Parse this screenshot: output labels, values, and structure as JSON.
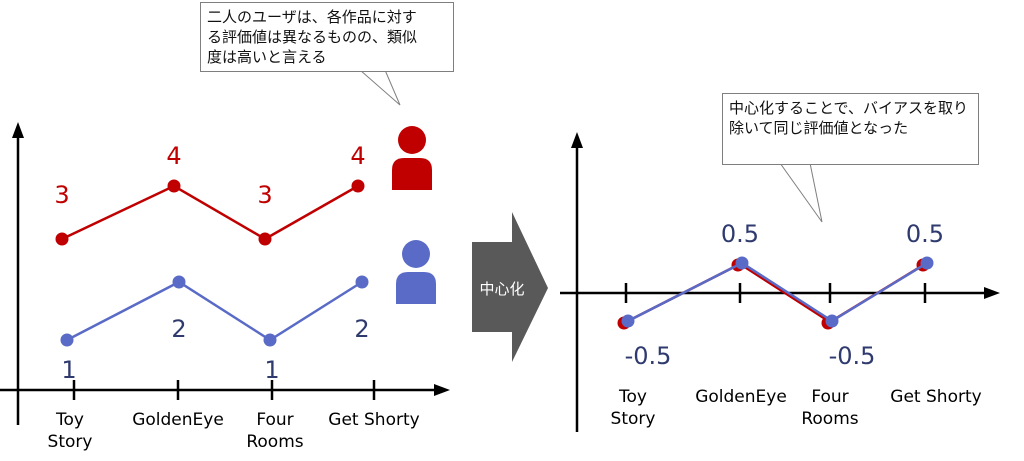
{
  "colors": {
    "red": "#c00000",
    "blue": "#5a6bc7",
    "blue_text": "#2f3a6e",
    "red_text": "#c00000",
    "arrow": "#595959"
  },
  "left": {
    "categories": [
      "Toy\nStory",
      "GoldenEye",
      "Four\nRooms",
      "Get Shorty"
    ],
    "red_series": {
      "values": [
        3,
        4,
        3,
        4
      ],
      "labels": [
        "3",
        "4",
        "3",
        "4"
      ]
    },
    "blue_series": {
      "values": [
        1,
        2,
        1,
        2
      ],
      "labels": [
        "1",
        "2",
        "1",
        "2"
      ]
    }
  },
  "right": {
    "categories": [
      "Toy\nStory",
      "GoldenEye",
      "Four\nRooms",
      "Get Shorty"
    ],
    "values": [
      -0.5,
      0.5,
      -0.5,
      0.5
    ],
    "labels": [
      "-0.5",
      "0.5",
      "-0.5",
      "0.5"
    ]
  },
  "arrow_label": "中心化",
  "callout_left": "二人のユーザは、各作品に対す\nる評価値は異なるものの、類似\n度は高いと言える",
  "callout_right": "中心化することで、バイアスを取り\n除いて同じ評価値となった",
  "icons": {
    "red_user": "person-icon",
    "blue_user": "person-icon"
  }
}
